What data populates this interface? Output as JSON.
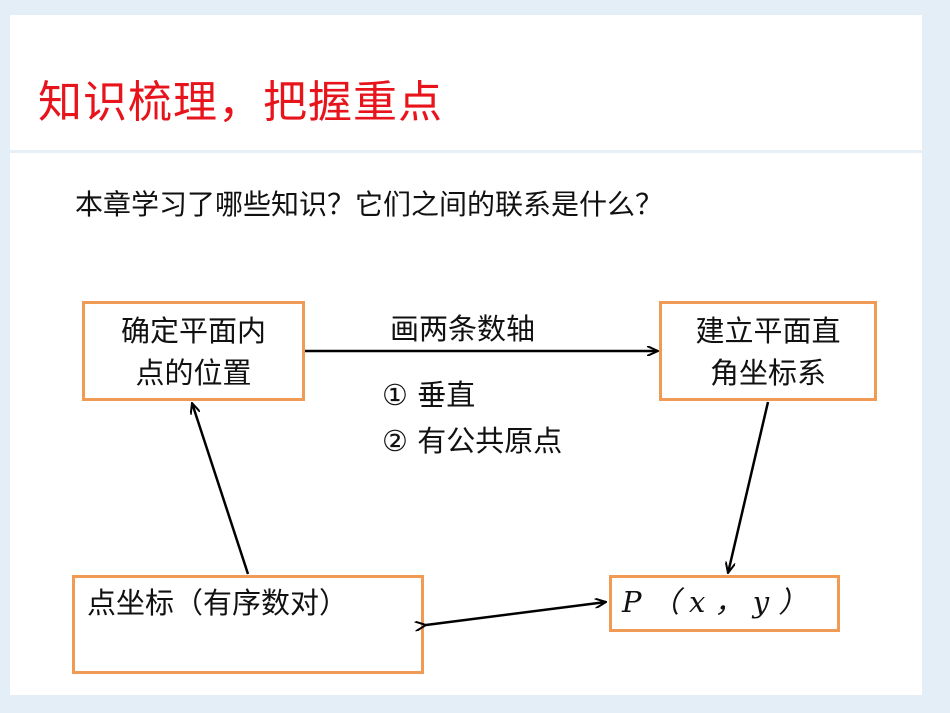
{
  "title": "知识梳理，把握重点",
  "question": "本章学习了哪些知识？它们之间的联系是什么？",
  "boxes": {
    "position_line1": "确定平面内",
    "position_line2": "点的位置",
    "system_line1": "建立平面直",
    "system_line2": "角坐标系",
    "coords": "点坐标（有序数对）",
    "point": "P （ x ， y ）"
  },
  "labels": {
    "draw_axes": "画两条数轴",
    "perpendicular": "① 垂直",
    "common_origin": "② 有公共原点"
  },
  "colors": {
    "title": "#e8141c",
    "box_border": "#ef9a55"
  }
}
